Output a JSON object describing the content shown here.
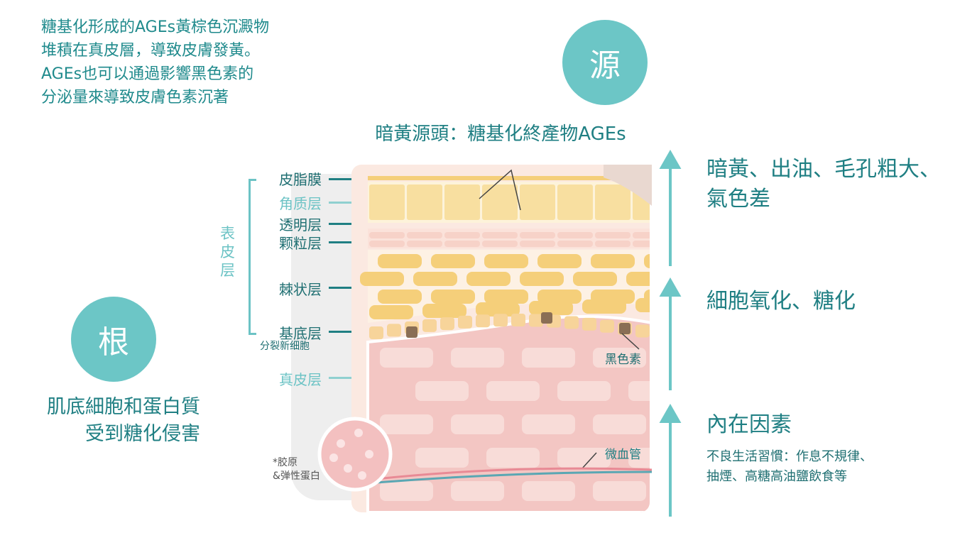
{
  "intro": [
    "糖基化形成的AGEs黃棕色沉澱物",
    "堆積在真皮層，導致皮膚發黃。",
    "AGEs也可以通過影響黑色素的",
    "分泌量來導致皮膚色素沉著"
  ],
  "source_circle": "源",
  "root_circle": "根",
  "main_title": "暗黃源頭：糖基化終產物AGEs",
  "epidermis_label": [
    "表",
    "皮",
    "层"
  ],
  "layers": {
    "sebum": "皮脂膜",
    "corneum": "角质层",
    "lucidum": "透明层",
    "granulosum": "颗粒层",
    "spinosum": "棘状层",
    "basale": "基底层",
    "basale_sub": "分裂新细胞",
    "dermis": "真皮层"
  },
  "melanin": "黑色素",
  "capillary": "微血管",
  "collagen": [
    "*胶原",
    "&弹性蛋白"
  ],
  "root_text": [
    "肌底細胞和蛋白質",
    "受到糖化侵害"
  ],
  "right": {
    "top": [
      "暗黃、出油、毛孔粗大、",
      "氣色差"
    ],
    "middle": "細胞氧化、糖化",
    "bottom": "內在因素",
    "bottom_detail": [
      "不良生活習慣：作息不規律、",
      "抽煙、高糖高油鹽飲食等"
    ]
  },
  "colors": {
    "teal": "#1f7f83",
    "light_teal": "#6cc6c6",
    "yellow": "#f5cf7a",
    "pink": "#f3c6c3"
  }
}
